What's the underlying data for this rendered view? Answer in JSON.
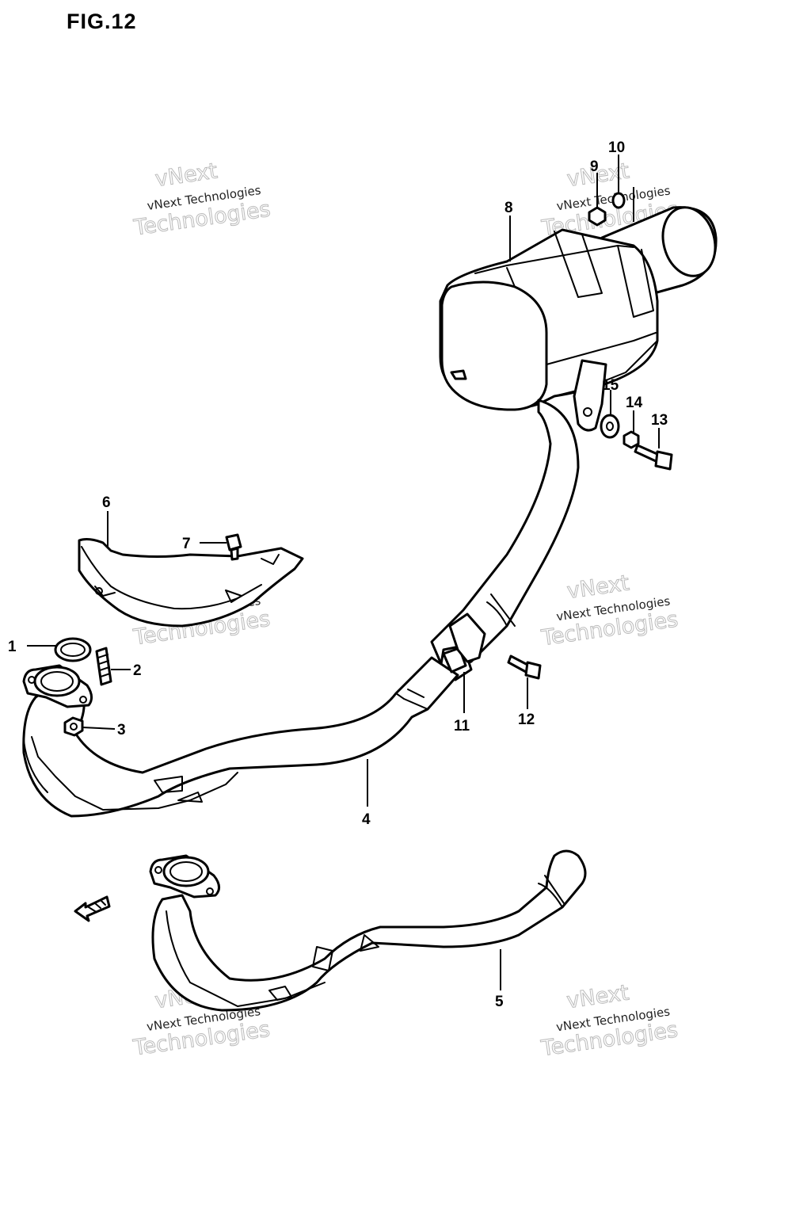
{
  "figure": {
    "title": "FIG.12"
  },
  "callouts": [
    {
      "id": "1",
      "label": "1"
    },
    {
      "id": "2",
      "label": "2"
    },
    {
      "id": "3",
      "label": "3"
    },
    {
      "id": "4",
      "label": "4"
    },
    {
      "id": "5",
      "label": "5"
    },
    {
      "id": "6",
      "label": "6"
    },
    {
      "id": "7",
      "label": "7"
    },
    {
      "id": "8",
      "label": "8"
    },
    {
      "id": "9",
      "label": "9"
    },
    {
      "id": "10",
      "label": "10"
    },
    {
      "id": "11",
      "label": "11"
    },
    {
      "id": "12",
      "label": "12"
    },
    {
      "id": "13",
      "label": "13"
    },
    {
      "id": "14",
      "label": "14"
    },
    {
      "id": "15",
      "label": "15"
    }
  ],
  "watermark": {
    "line1": "vNext Technologies",
    "line2": "vNext",
    "line3": "Technologies"
  }
}
